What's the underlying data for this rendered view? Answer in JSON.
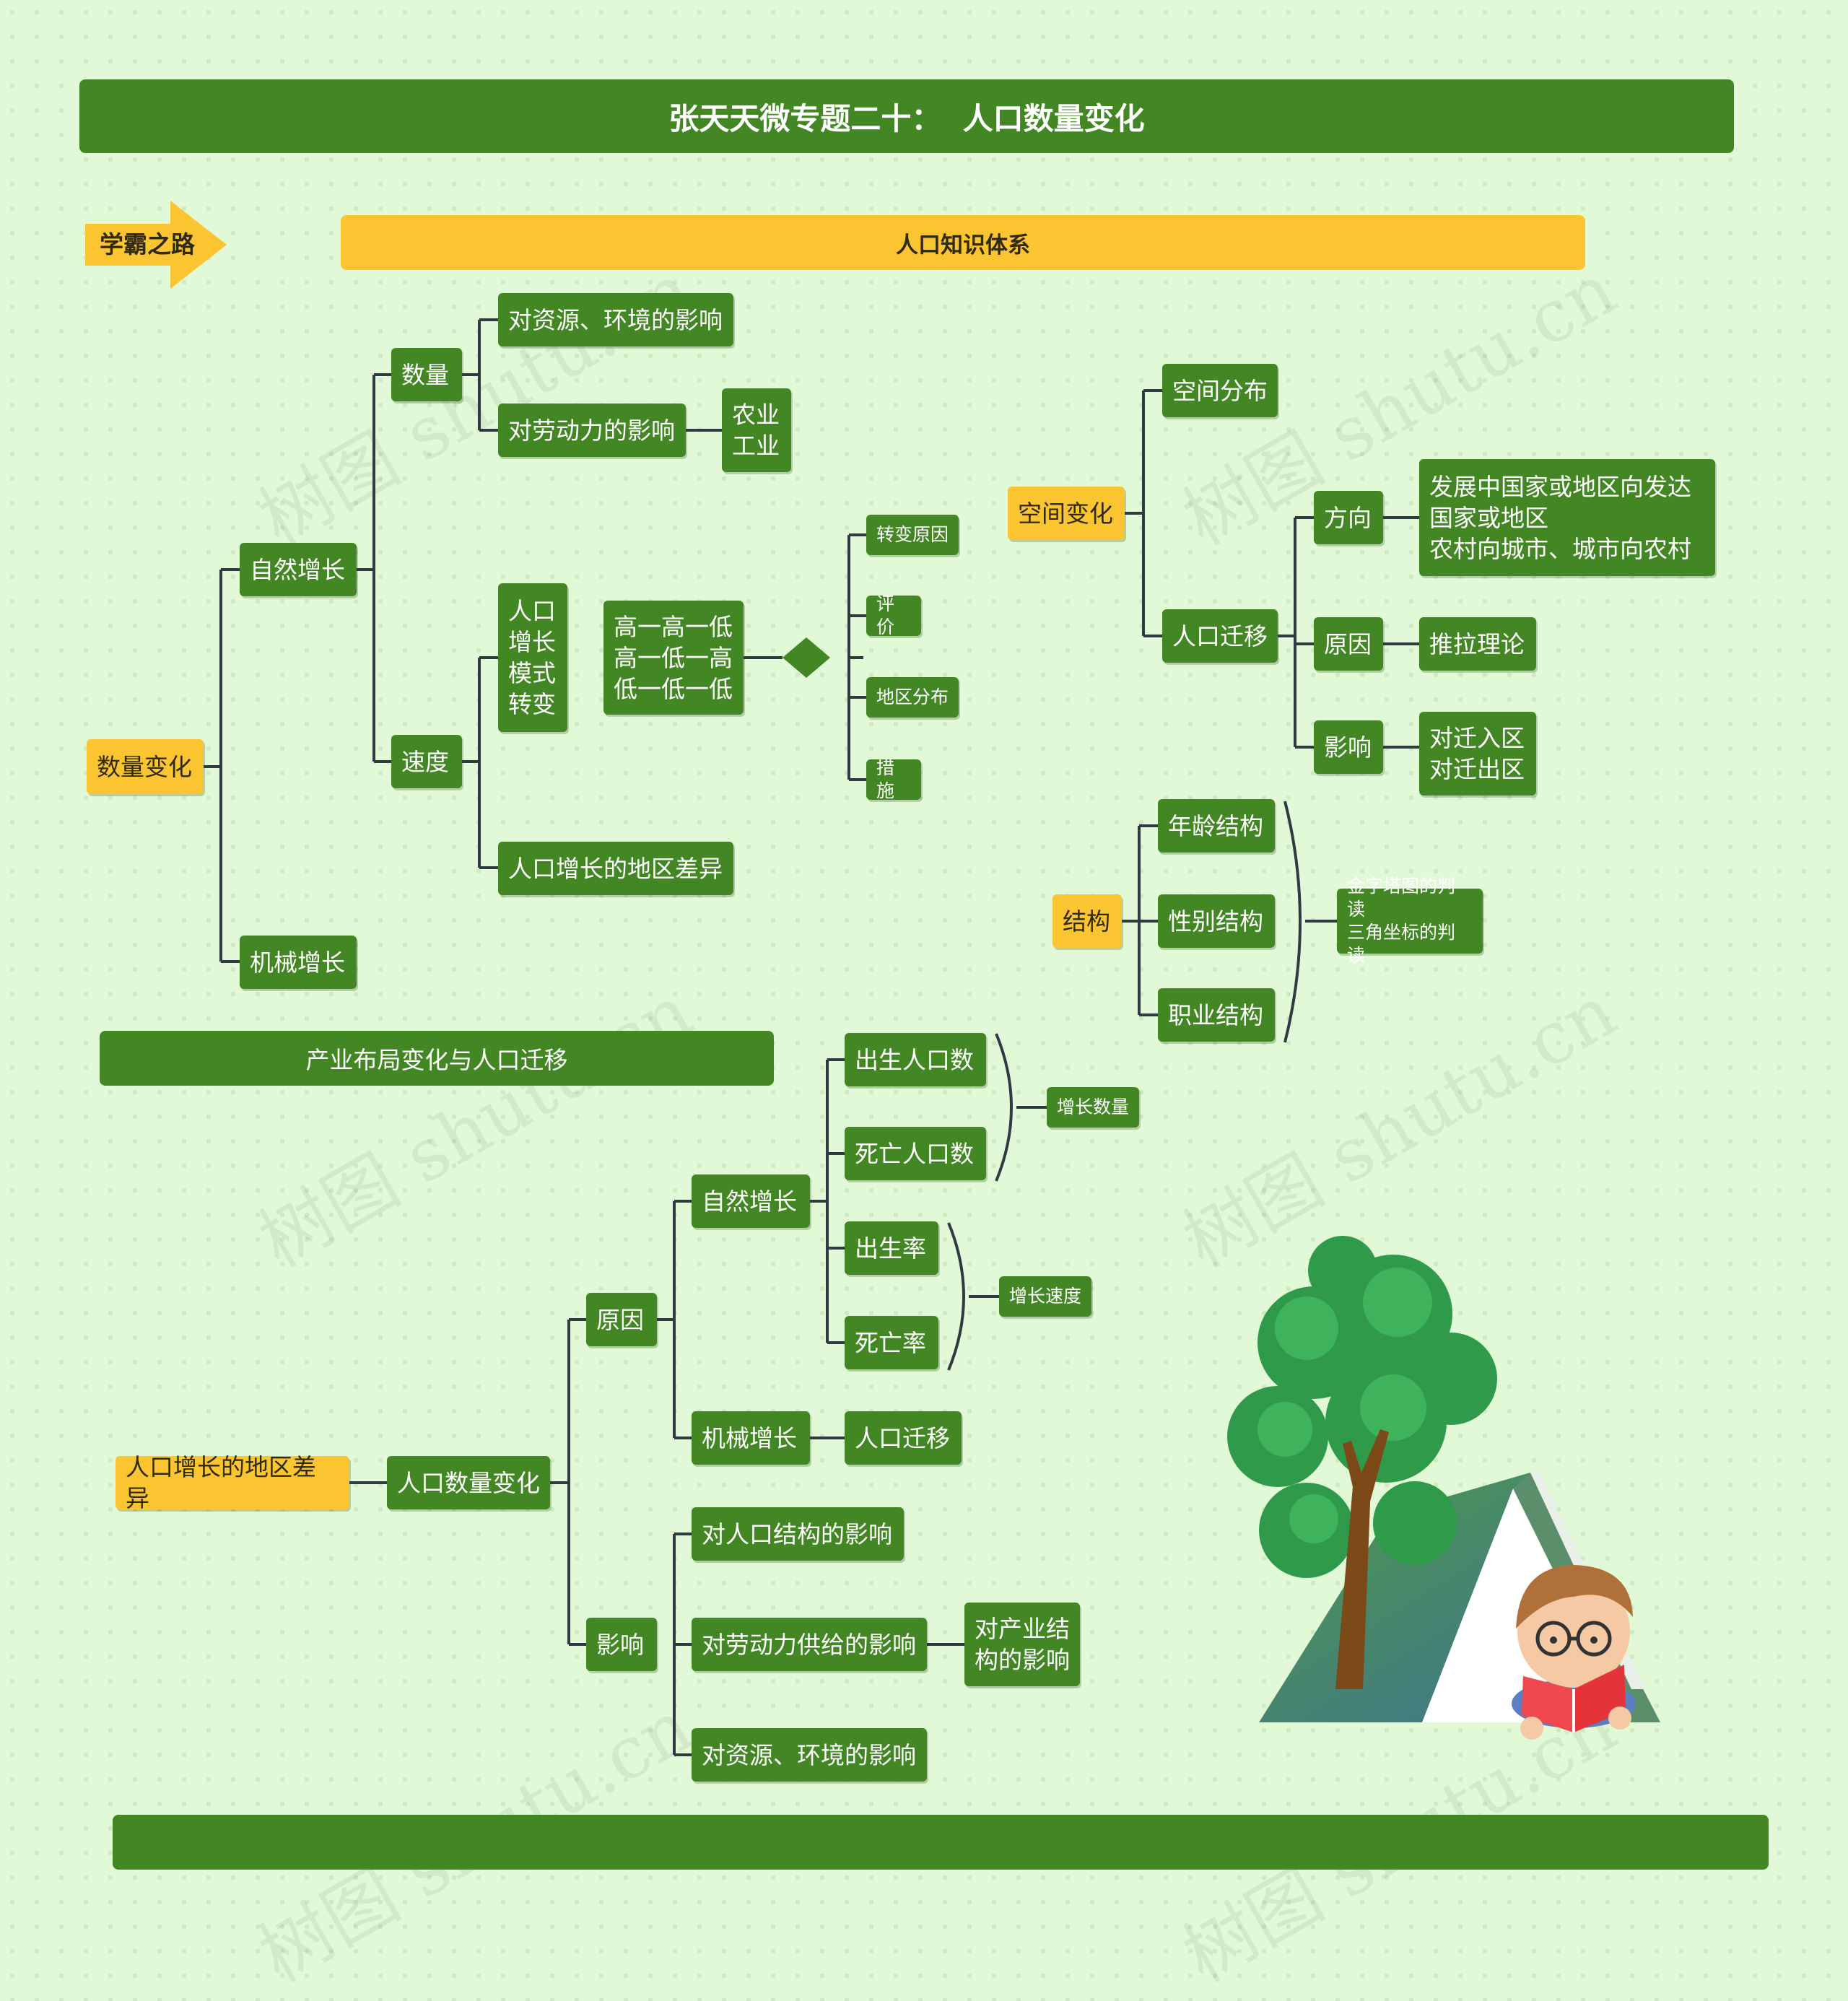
{
  "title": "张天天微专题二十：  人口数量变化",
  "badge": "学霸之路",
  "subtitle": "人口知识体系",
  "section2": "产业布局变化与人口迁移",
  "watermark": "树图 shutu.cn",
  "colors": {
    "node": "#438724",
    "highlight": "#fbc531",
    "line": "#2e3b40",
    "background": "#e2f9d8"
  },
  "map1": {
    "root": "数量变化",
    "natural": "自然增长",
    "mechanical": "机械增长",
    "quantity": "数量",
    "res_env": "对资源、环境的影响",
    "labor": "对劳动力的影响",
    "agri_ind": "农业\n工业",
    "speed": "速度",
    "model": "人口\n增长\n模式\n转变",
    "pattern": "高一高一低\n高一低一高\n低一低一低",
    "reason": "转变原因",
    "evaluate": "评价",
    "regional": "地区分布",
    "measures": "措施",
    "diff": "人口增长的地区差异"
  },
  "map2": {
    "root": "空间变化",
    "distribution": "空间分布",
    "migration": "人口迁移",
    "direction": "方向",
    "direction_detail": "发展中国家或地区向发达\n国家或地区\n农村向城市、城市向农村",
    "cause": "原因",
    "push_pull": "推拉理论",
    "effect": "影响",
    "in_out": "对迁入区\n对迁出区"
  },
  "map3": {
    "root": "结构",
    "age": "年龄结构",
    "gender": "性别结构",
    "job": "职业结构",
    "judge": "金字塔图的判读\n三角坐标的判读"
  },
  "map4": {
    "root": "人口增长的地区差异",
    "change": "人口数量变化",
    "cause": "原因",
    "natural": "自然增长",
    "births": "出生人口数",
    "deaths": "死亡人口数",
    "growth_count": "增长数量",
    "birth_rate": "出生率",
    "death_rate": "死亡率",
    "growth_speed": "增长速度",
    "mechanical": "机械增长",
    "migration": "人口迁移",
    "effect": "影响",
    "structure": "对人口结构的影响",
    "labor_supply": "对劳动力供给的影响",
    "industry": "对产业结\n构的影响",
    "res_env": "对资源、环境的影响"
  }
}
